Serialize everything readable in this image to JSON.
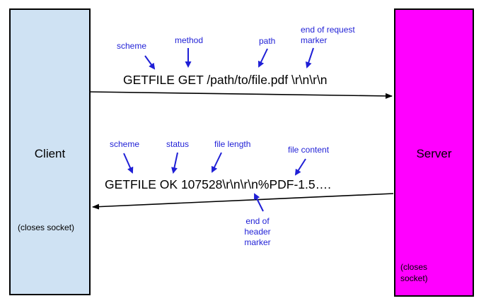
{
  "client": {
    "title": "Client",
    "note": "(closes socket)"
  },
  "server": {
    "title": "Server",
    "note": "(closes socket)"
  },
  "request": {
    "text": "GETFILE GET /path/to/file.pdf \\r\\n\\r\\n",
    "labels": {
      "scheme": "scheme",
      "method": "method",
      "path": "path",
      "end_marker": "end of request marker"
    }
  },
  "response": {
    "text": "GETFILE OK 107528\\r\\n\\r\\n%PDF-1.5….",
    "labels": {
      "scheme": "scheme",
      "status": "status",
      "file_length": "file length",
      "file_content": "file content",
      "end_marker": "end of header marker"
    }
  },
  "colors": {
    "client_fill": "#cfe2f3",
    "server_fill": "#ff00ff",
    "label_color": "#1f1fd6"
  }
}
